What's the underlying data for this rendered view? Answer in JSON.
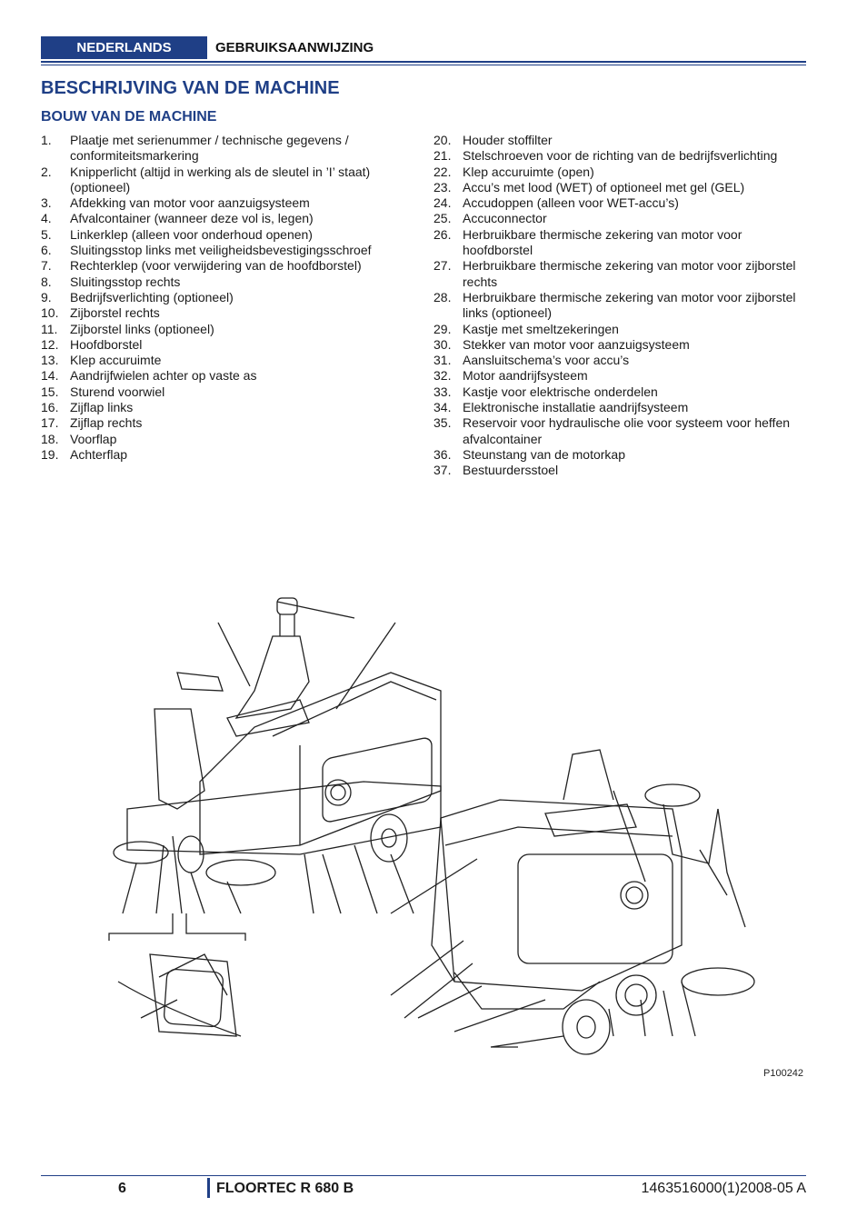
{
  "header": {
    "language": "NEDERLANDS",
    "doc_type": "GEBRUIKSAANWIJZING"
  },
  "title": "BESCHRIJVING VAN DE MACHINE",
  "subtitle": "BOUW VAN DE MACHINE",
  "left_items": [
    {
      "num": "1.",
      "text": "Plaatje met serienummer / technische gegevens / conformiteitsmarkering"
    },
    {
      "num": "2.",
      "text": "Knipperlicht (altijd in werking als de sleutel in ’I’ staat) (optioneel)"
    },
    {
      "num": "3.",
      "text": "Afdekking van motor voor aanzuigsysteem"
    },
    {
      "num": "4.",
      "text": "Afvalcontainer (wanneer deze vol is, legen)"
    },
    {
      "num": "5.",
      "text": "Linkerklep (alleen voor onderhoud openen)"
    },
    {
      "num": "6.",
      "text": "Sluitingsstop links met veiligheidsbevestigingsschroef"
    },
    {
      "num": "7.",
      "text": "Rechterklep (voor verwijdering van de hoofdborstel)"
    },
    {
      "num": "8.",
      "text": "Sluitingsstop rechts"
    },
    {
      "num": "9.",
      "text": "Bedrijfsverlichting (optioneel)"
    },
    {
      "num": "10.",
      "text": "Zijborstel rechts"
    },
    {
      "num": "11.",
      "text": "Zijborstel links (optioneel)"
    },
    {
      "num": "12.",
      "text": "Hoofdborstel"
    },
    {
      "num": "13.",
      "text": "Klep accuruimte"
    },
    {
      "num": "14.",
      "text": "Aandrijfwielen achter op vaste as"
    },
    {
      "num": "15.",
      "text": "Sturend voorwiel"
    },
    {
      "num": "16.",
      "text": "Zijflap links"
    },
    {
      "num": "17.",
      "text": "Zijflap rechts"
    },
    {
      "num": "18.",
      "text": "Voorflap"
    },
    {
      "num": "19.",
      "text": "Achterflap"
    }
  ],
  "right_items": [
    {
      "num": "20.",
      "text": "Houder stoffilter"
    },
    {
      "num": "21.",
      "text": "Stelschroeven voor de richting van de bedrijfsverlichting"
    },
    {
      "num": "22.",
      "text": "Klep accuruimte (open)"
    },
    {
      "num": "23.",
      "text": "Accu’s met lood (WET) of optioneel met gel (GEL)"
    },
    {
      "num": "24.",
      "text": "Accudoppen (alleen voor WET-accu’s)"
    },
    {
      "num": "25.",
      "text": "Accuconnector"
    },
    {
      "num": "26.",
      "text": "Herbruikbare thermische zekering van motor voor hoofdborstel"
    },
    {
      "num": "27.",
      "text": "Herbruikbare thermische zekering van motor voor zijborstel rechts"
    },
    {
      "num": "28.",
      "text": "Herbruikbare thermische zekering van motor voor zijborstel links (optioneel)"
    },
    {
      "num": "29.",
      "text": "Kastje met smeltzekeringen"
    },
    {
      "num": "30.",
      "text": "Stekker van motor voor aanzuigsysteem"
    },
    {
      "num": "31.",
      "text": "Aansluitschema’s voor accu’s"
    },
    {
      "num": "32.",
      "text": "Motor aandrijfsysteem"
    },
    {
      "num": "33.",
      "text": "Kastje voor elektrische onderdelen"
    },
    {
      "num": "34.",
      "text": "Elektronische installatie aandrijfsysteem"
    },
    {
      "num": "35.",
      "text": "Reservoir voor hydraulische olie voor systeem voor heffen afvalcontainer"
    },
    {
      "num": "36.",
      "text": "Steunstang van de motorkap"
    },
    {
      "num": "37.",
      "text": "Bestuurdersstoel"
    }
  ],
  "figure_code": "P100242",
  "footer": {
    "page": "6",
    "model": "FLOORTEC R 680 B",
    "docnum": "1463516000(1)2008-05 A"
  }
}
